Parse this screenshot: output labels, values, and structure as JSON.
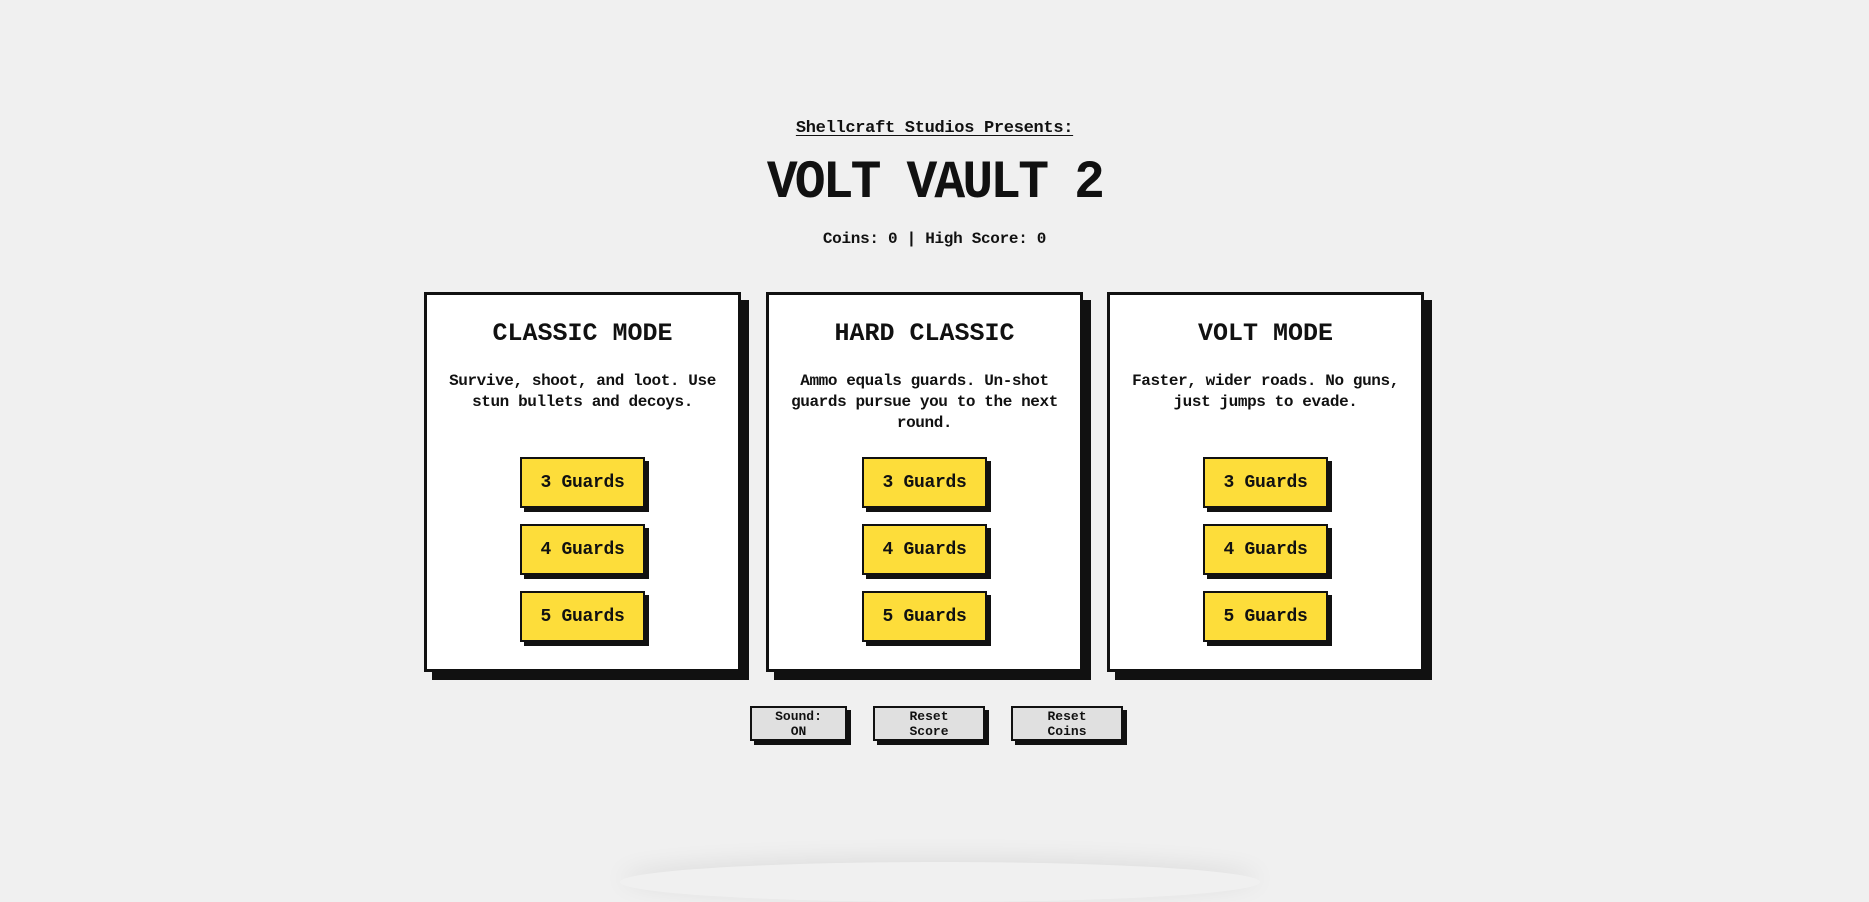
{
  "header": {
    "presents": "Shellcraft Studios Presents:",
    "title": "VOLT VAULT 2",
    "stats": "Coins: 0 | High Score: 0",
    "coins": 0,
    "high_score": 0
  },
  "modes": [
    {
      "title": "CLASSIC MODE",
      "description": "Survive, shoot, and loot. Use stun bullets and decoys.",
      "buttons": [
        "3 Guards",
        "4 Guards",
        "5 Guards"
      ]
    },
    {
      "title": "HARD CLASSIC",
      "description": "Ammo equals guards. Un-shot guards pursue you to the next round.",
      "buttons": [
        "3 Guards",
        "4 Guards",
        "5 Guards"
      ]
    },
    {
      "title": "VOLT MODE",
      "description": "Faster, wider roads. No guns, just jumps to evade.",
      "buttons": [
        "3 Guards",
        "4 Guards",
        "5 Guards"
      ]
    }
  ],
  "controls": {
    "sound": "Sound: ON",
    "reset_score": "Reset Score",
    "reset_coins": "Reset Coins"
  },
  "colors": {
    "background": "#f0f0f0",
    "ink": "#111111",
    "accent_yellow": "#fddd3a",
    "card": "#ffffff",
    "control_button": "#e0e0e0"
  }
}
